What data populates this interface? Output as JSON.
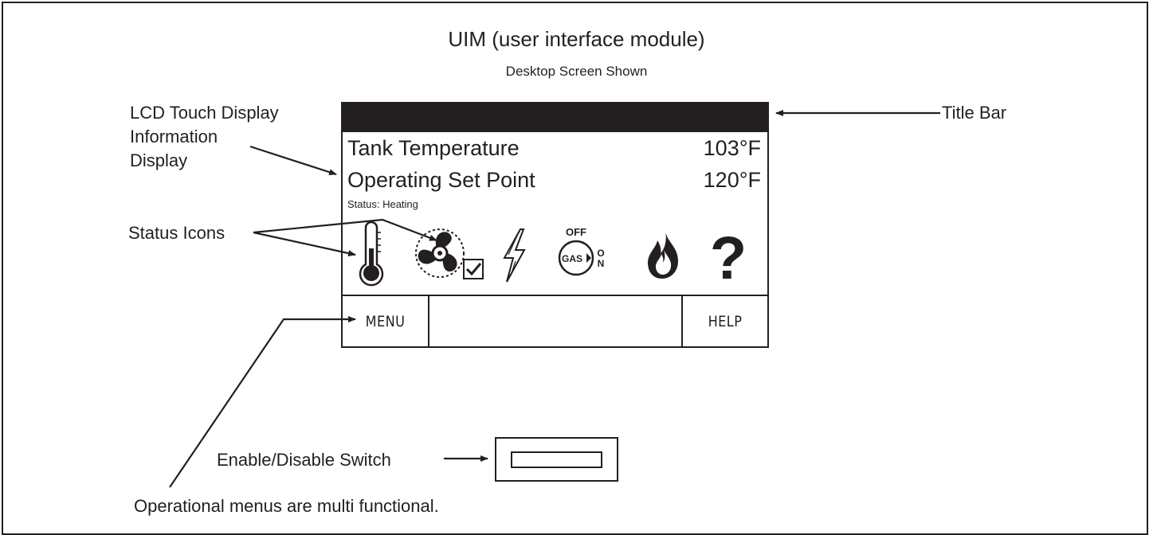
{
  "diagram": {
    "title": "UIM (user interface module)",
    "subtitle": "Desktop Screen Shown",
    "callouts": {
      "lcd_line1": "LCD Touch Display",
      "lcd_line2": "Information",
      "lcd_line3": "Display",
      "status_icons": "Status Icons",
      "title_bar": "Title Bar",
      "enable_switch": "Enable/Disable Switch",
      "footer_note": "Operational menus are multi functional."
    }
  },
  "screen": {
    "rows": [
      {
        "label": "Tank Temperature",
        "value": "103°F"
      },
      {
        "label": "Operating Set Point",
        "value": "120°F"
      }
    ],
    "status": "Status: Heating",
    "gas_valve": {
      "off": "OFF",
      "gas": "GAS",
      "on_o": "O",
      "on_n": "N"
    },
    "help_glyph": "?",
    "softkeys": {
      "left": "MENU",
      "middle": "",
      "right": "HELP"
    }
  },
  "icons": [
    "thermometer-icon",
    "fan-icon",
    "check-box-icon",
    "lightning-icon",
    "gas-valve-icon",
    "flame-icon",
    "help-icon"
  ],
  "colors": {
    "ink": "#231f20",
    "background": "#ffffff"
  }
}
